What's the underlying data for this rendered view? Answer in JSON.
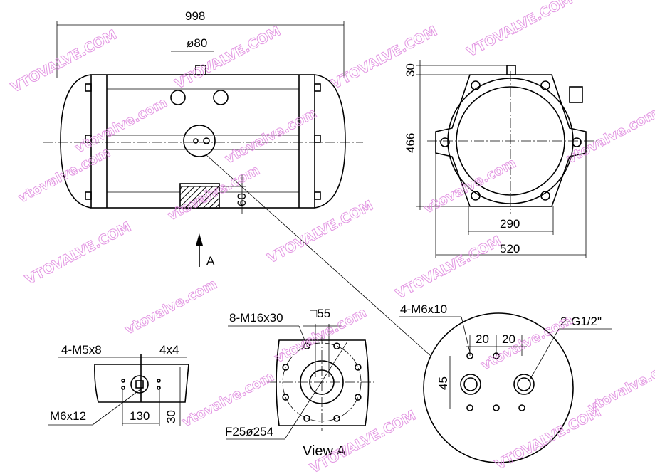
{
  "front_view": {
    "length": "998",
    "shaft_dia": "ø80",
    "key_depth": "60",
    "view_arrow": "A"
  },
  "side_view": {
    "top_offset": "30",
    "height": "466",
    "inner_width": "290",
    "width": "520"
  },
  "view_a": {
    "bolts": "8-M16x30",
    "square": "□55",
    "flange": "F25ø254",
    "title": "View A"
  },
  "top_detail": {
    "bolts": "4-M5x8",
    "key": "4x4",
    "center_thread": "M6x12",
    "spacing": "130",
    "height": "30"
  },
  "port_detail": {
    "bolts": "4-M6x10",
    "spacing_left": "20",
    "spacing_right": "20",
    "ports": "2-G1/2\"",
    "vertical": "45"
  },
  "watermark": {
    "upper": "VTOVALVE.COM",
    "lower": "vtovalve.com",
    "color": "#e08ce0"
  }
}
